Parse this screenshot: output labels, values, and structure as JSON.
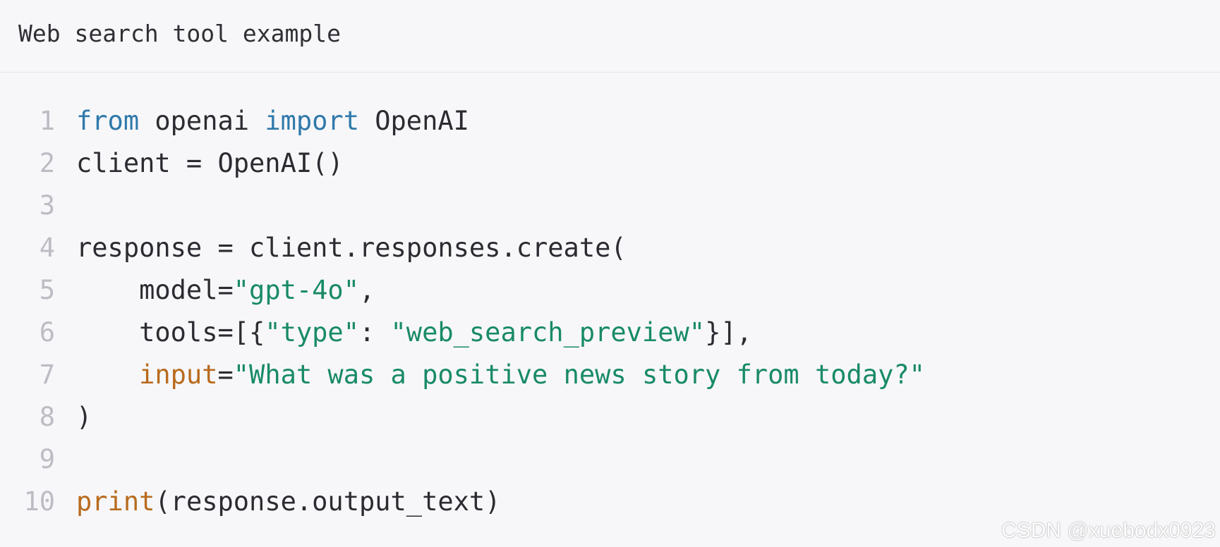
{
  "header": {
    "title": "Web search tool example"
  },
  "code": {
    "lines": [
      {
        "number": "1",
        "tokens": [
          {
            "text": "from",
            "type": "keyword"
          },
          {
            "text": " openai ",
            "type": "plain"
          },
          {
            "text": "import",
            "type": "keyword"
          },
          {
            "text": " OpenAI",
            "type": "plain"
          }
        ]
      },
      {
        "number": "2",
        "tokens": [
          {
            "text": "client = OpenAI()",
            "type": "plain"
          }
        ]
      },
      {
        "number": "3",
        "tokens": []
      },
      {
        "number": "4",
        "tokens": [
          {
            "text": "response = client.responses.create(",
            "type": "plain"
          }
        ]
      },
      {
        "number": "5",
        "tokens": [
          {
            "text": "    model=",
            "type": "plain"
          },
          {
            "text": "\"gpt-4o\"",
            "type": "string"
          },
          {
            "text": ",",
            "type": "plain"
          }
        ]
      },
      {
        "number": "6",
        "tokens": [
          {
            "text": "    tools=[{",
            "type": "plain"
          },
          {
            "text": "\"type\"",
            "type": "string"
          },
          {
            "text": ": ",
            "type": "plain"
          },
          {
            "text": "\"web_search_preview\"",
            "type": "string"
          },
          {
            "text": "}],",
            "type": "plain"
          }
        ]
      },
      {
        "number": "7",
        "tokens": [
          {
            "text": "    ",
            "type": "plain"
          },
          {
            "text": "input",
            "type": "param"
          },
          {
            "text": "=",
            "type": "plain"
          },
          {
            "text": "\"What was a positive news story from today?\"",
            "type": "string"
          }
        ]
      },
      {
        "number": "8",
        "tokens": [
          {
            "text": ")",
            "type": "plain"
          }
        ]
      },
      {
        "number": "9",
        "tokens": []
      },
      {
        "number": "10",
        "tokens": [
          {
            "text": "print",
            "type": "builtin"
          },
          {
            "text": "(response.output_text)",
            "type": "plain"
          }
        ]
      }
    ]
  },
  "watermark": {
    "text": "CSDN @xuebodx0923"
  },
  "colors": {
    "background": "#f7f7f9",
    "keyword": "#2f79ab",
    "string": "#198a68",
    "param": "#b86b1e",
    "line_number": "#bcbcc4",
    "text": "#2b2b31"
  }
}
